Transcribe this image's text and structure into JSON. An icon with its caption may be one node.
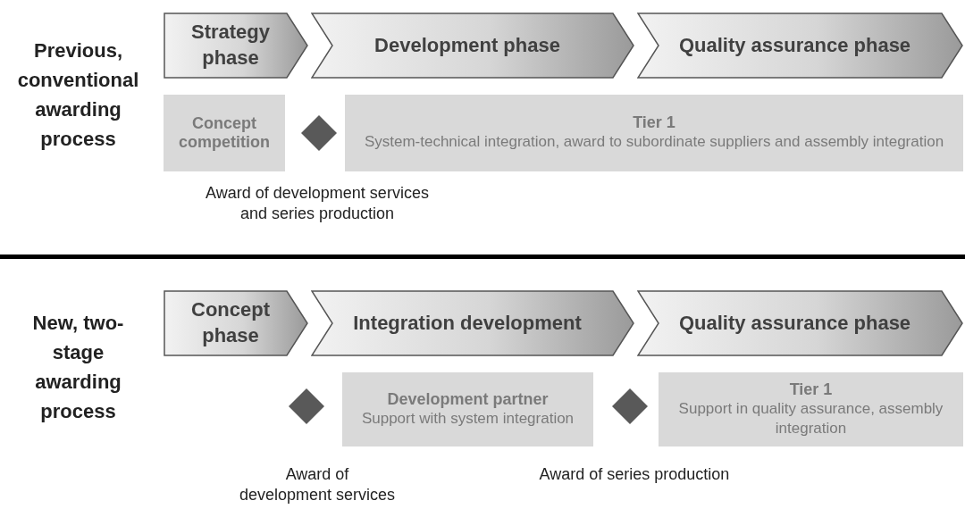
{
  "diagram": {
    "nodes": [
      {
        "text": [
          "Strategy phase"
        ]
      },
      {
        "text": [
          "Development phase"
        ]
      },
      {
        "text": [
          "Quality assurance phase"
        ]
      },
      {
        "text": [
          "Concept competition"
        ]
      },
      {
        "text": [],
        "shape": "diamond"
      },
      {
        "text": [
          "Tier 1",
          "System-technical integration, award to subordinate suppliers and assembly integration"
        ]
      },
      {
        "text": [
          "Concept phase"
        ]
      },
      {
        "text": [
          "Integration development"
        ]
      },
      {
        "text": [
          "Quality assurance phase"
        ]
      },
      {
        "text": [],
        "shape": "diamond"
      },
      {
        "text": [
          "Development partner",
          "Support with system integration"
        ]
      },
      {
        "text": [],
        "shape": "diamond"
      },
      {
        "text": [
          "Tier 1",
          "Support in quality assurance, assembly integration"
        ]
      }
    ],
    "edges": [],
    "labels": [
      "Previous, conventional awarding process",
      "Award of development services and series production",
      "New, two-stage awarding process",
      "Award of development services",
      "Award of series production"
    ]
  }
}
